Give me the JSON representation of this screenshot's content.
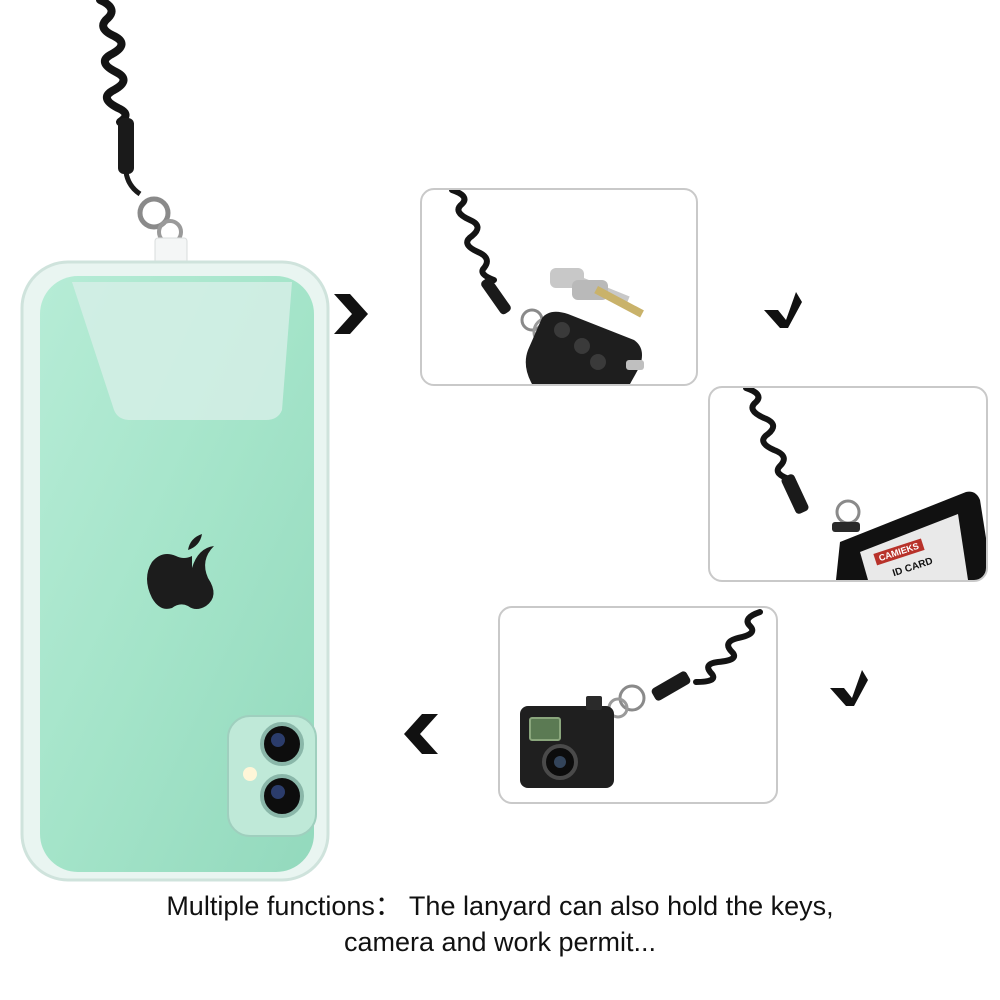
{
  "caption": {
    "line1": "Multiple functions： The lanyard can also hold the keys,",
    "line2": "camera and work permit..."
  },
  "id_card": {
    "brand": "CAMIEKS",
    "label": "ID CARD"
  },
  "colors": {
    "phone_body": "#a8e6cf",
    "case_edge": "#d8efe7",
    "arrow": "#111111",
    "panel_border": "#c9c9c9",
    "cord": "#141414"
  },
  "icons": [
    "arrow-right-icon",
    "arrow-down-left-icon",
    "arrow-left-icon",
    "apple-logo-icon"
  ]
}
